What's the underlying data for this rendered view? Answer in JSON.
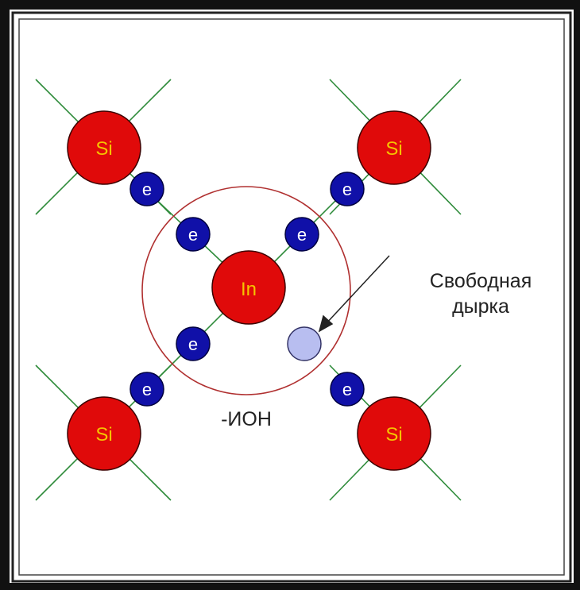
{
  "colors": {
    "outer_bg": "#111111",
    "panel_bg": "#ffffff",
    "bond_line": "#2e8b3a",
    "si_fill": "#e00a0a",
    "si_text": "#f5c400",
    "in_fill": "#e00a0a",
    "in_text": "#f5c400",
    "electron_fill": "#1010a8",
    "electron_text": "#ffffff",
    "hole_fill": "#b8bef0",
    "ion_circle": "#b03030",
    "label_text": "#222222"
  },
  "atoms": {
    "si_label": "Si",
    "in_label": "In",
    "electron_label": "e"
  },
  "labels": {
    "hole_line1": "Свободная",
    "hole_line2": "дырка",
    "ion": "-ИОН"
  }
}
